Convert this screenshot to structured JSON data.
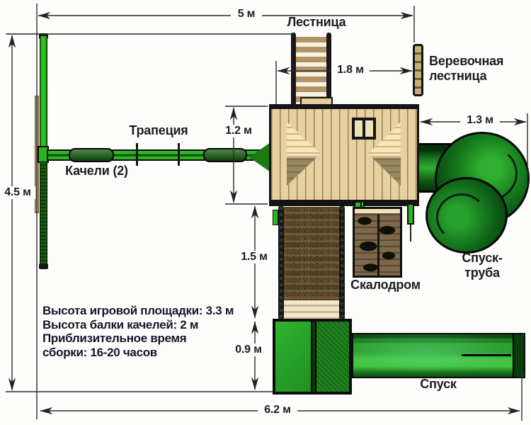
{
  "labels": {
    "ladder": "Лестница",
    "rope_ladder": "Веревочная лестница",
    "trapeze": "Трапеция",
    "swings": "Качели (2)",
    "climbing_wall": "Скалодром",
    "tube_slide": "Спуск-труба",
    "slide": "Спуск"
  },
  "dimensions": {
    "top_width": "5 м",
    "ladder_span": "1.8 м",
    "platform_depth": "1.2 м",
    "tube_width": "1.3 м",
    "left_height": "4.5 м",
    "ramp_length": "1.5 м",
    "box_length": "0.9 м",
    "bottom_width": "6.2 м"
  },
  "info": {
    "lines": [
      "Высота игровой площадки:  3.3 м",
      "Высота балки качелей: 2 м",
      "Приблизительное время",
      "сборки: 16-20 часов"
    ]
  },
  "colors": {
    "bright_green": "#2eb51e",
    "dark_green": "#145c10",
    "wood_light": "#e7d1a0",
    "wood_mid": "#b09464",
    "wall_brown": "#6a573c",
    "line": "#2a2a2a",
    "text": "#1c1c1e"
  }
}
